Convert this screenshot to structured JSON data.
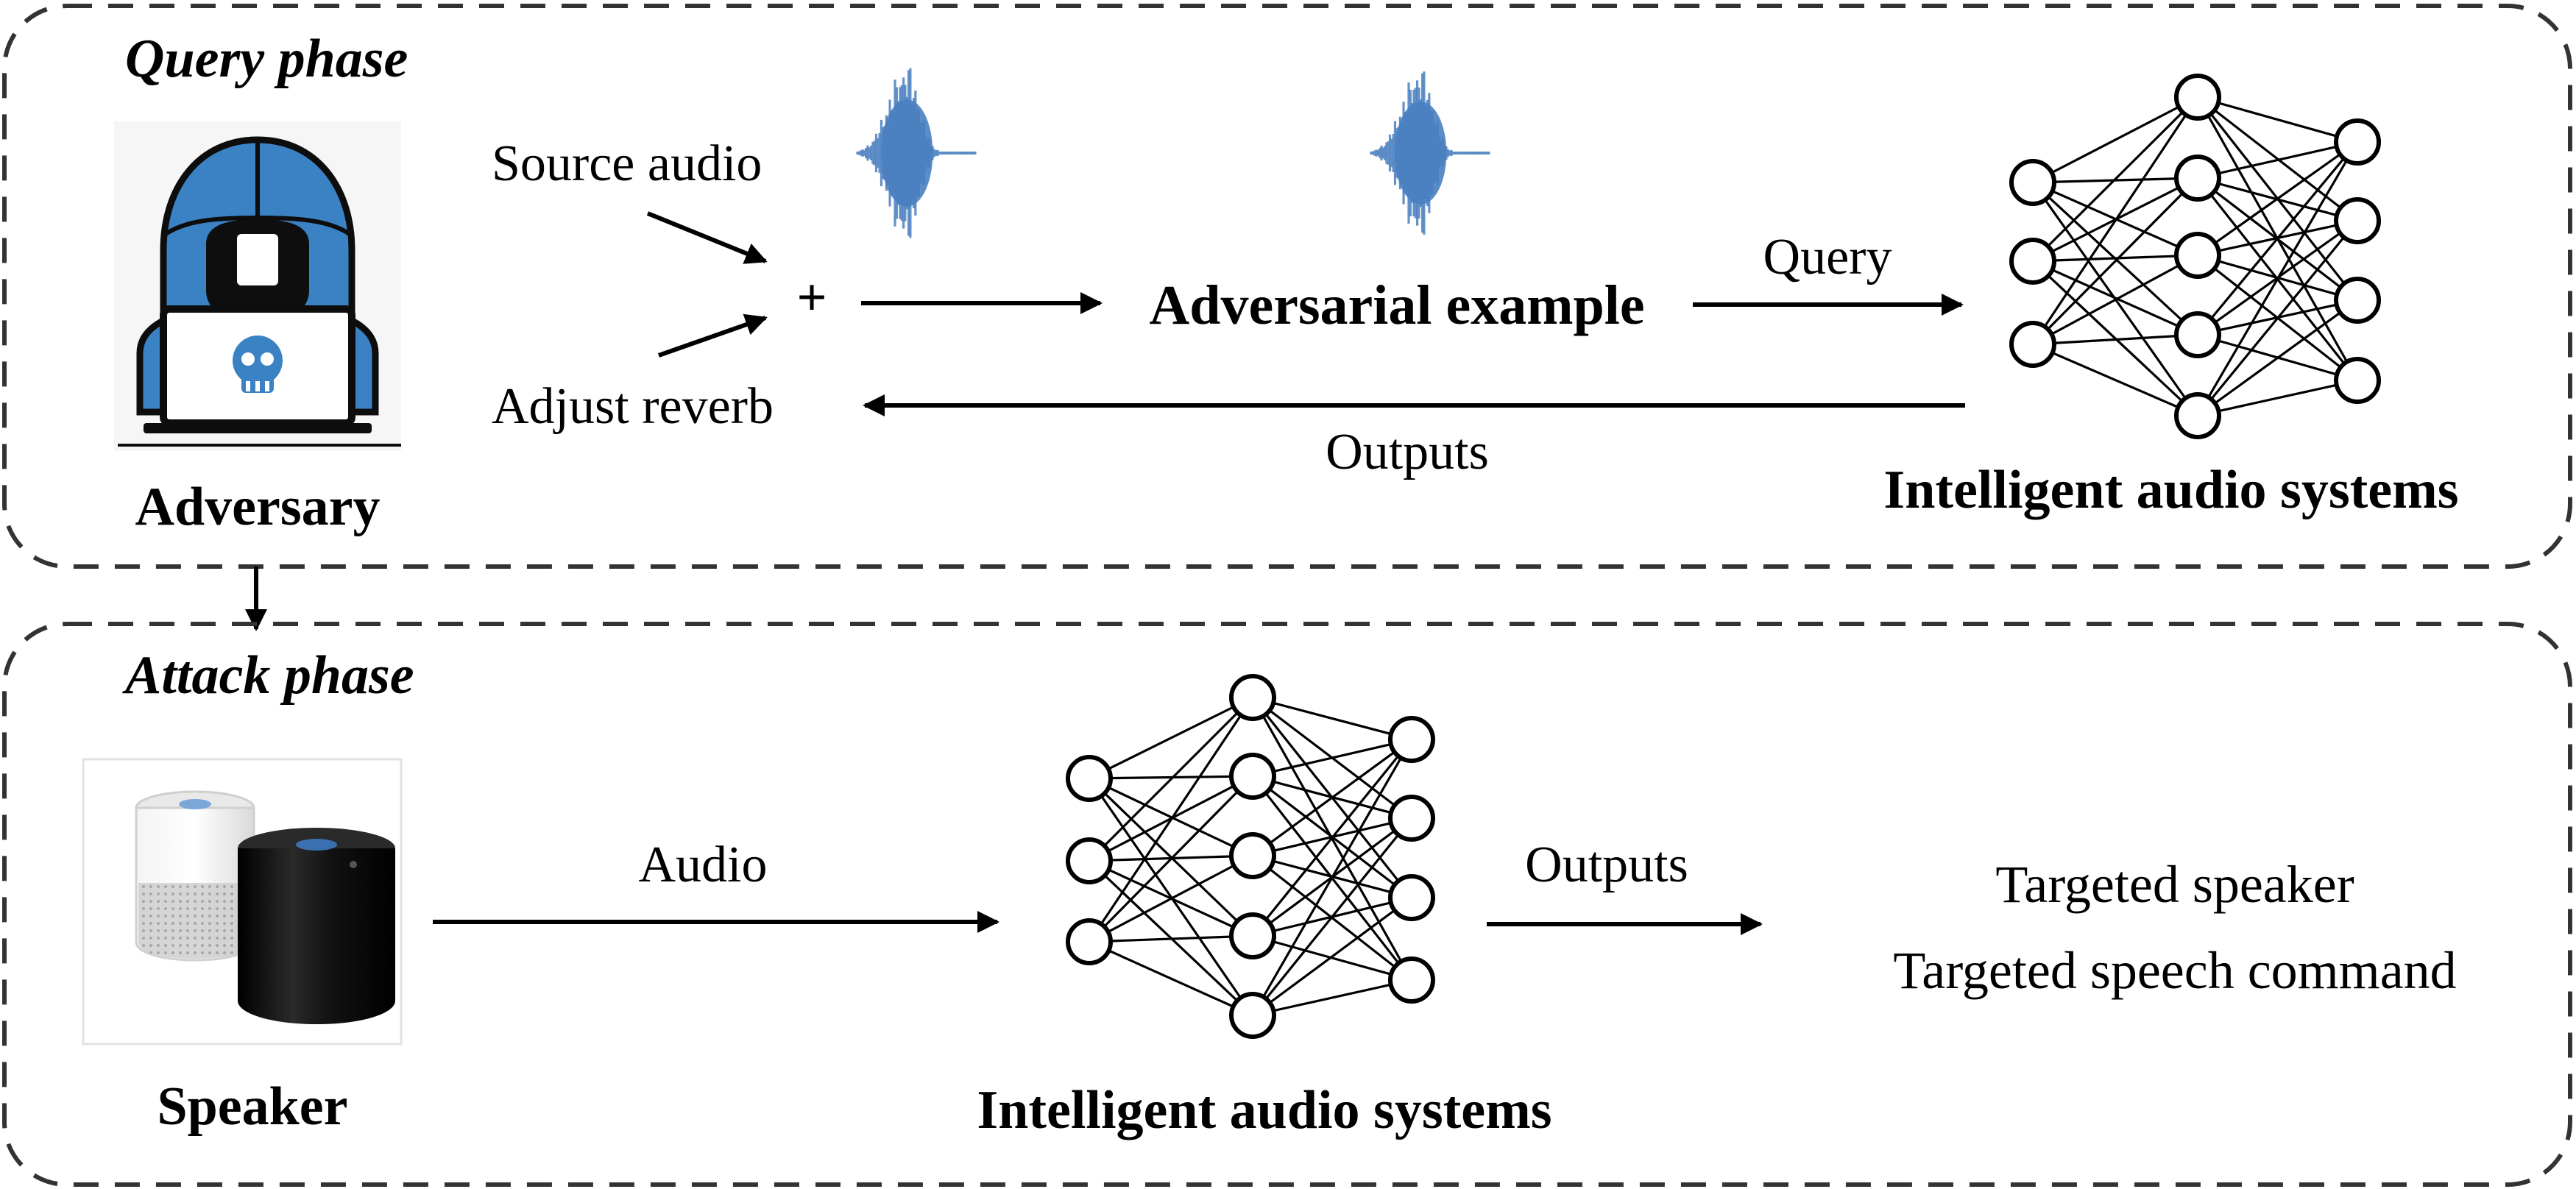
{
  "query_phase": {
    "title": "Query phase",
    "adversary_label": "Adversary",
    "source_audio_label": "Source audio",
    "adjust_reverb_label": "Adjust reverb",
    "plus_symbol": "+",
    "adversarial_example_label": "Adversarial example",
    "query_label": "Query",
    "outputs_label": "Outputs",
    "system_label": "Intelligent audio systems"
  },
  "attack_phase": {
    "title": "Attack phase",
    "speaker_label": "Speaker",
    "audio_label": "Audio",
    "outputs_label": "Outputs",
    "system_label": "Intelligent audio systems",
    "result_line1": "Targeted speaker",
    "result_line2": "Targeted speech command"
  },
  "colors": {
    "adversary_blue": "#3b82c4",
    "waveform_blue": "#4a7fc0",
    "frame_gray": "#333333"
  },
  "icons": {
    "adversary": "hacker-with-laptop-icon",
    "source_waveform": "waveform-icon",
    "adversarial_waveform": "waveform-icon",
    "neural_network": "neural-network-icon",
    "speaker": "smart-speaker-icon"
  }
}
